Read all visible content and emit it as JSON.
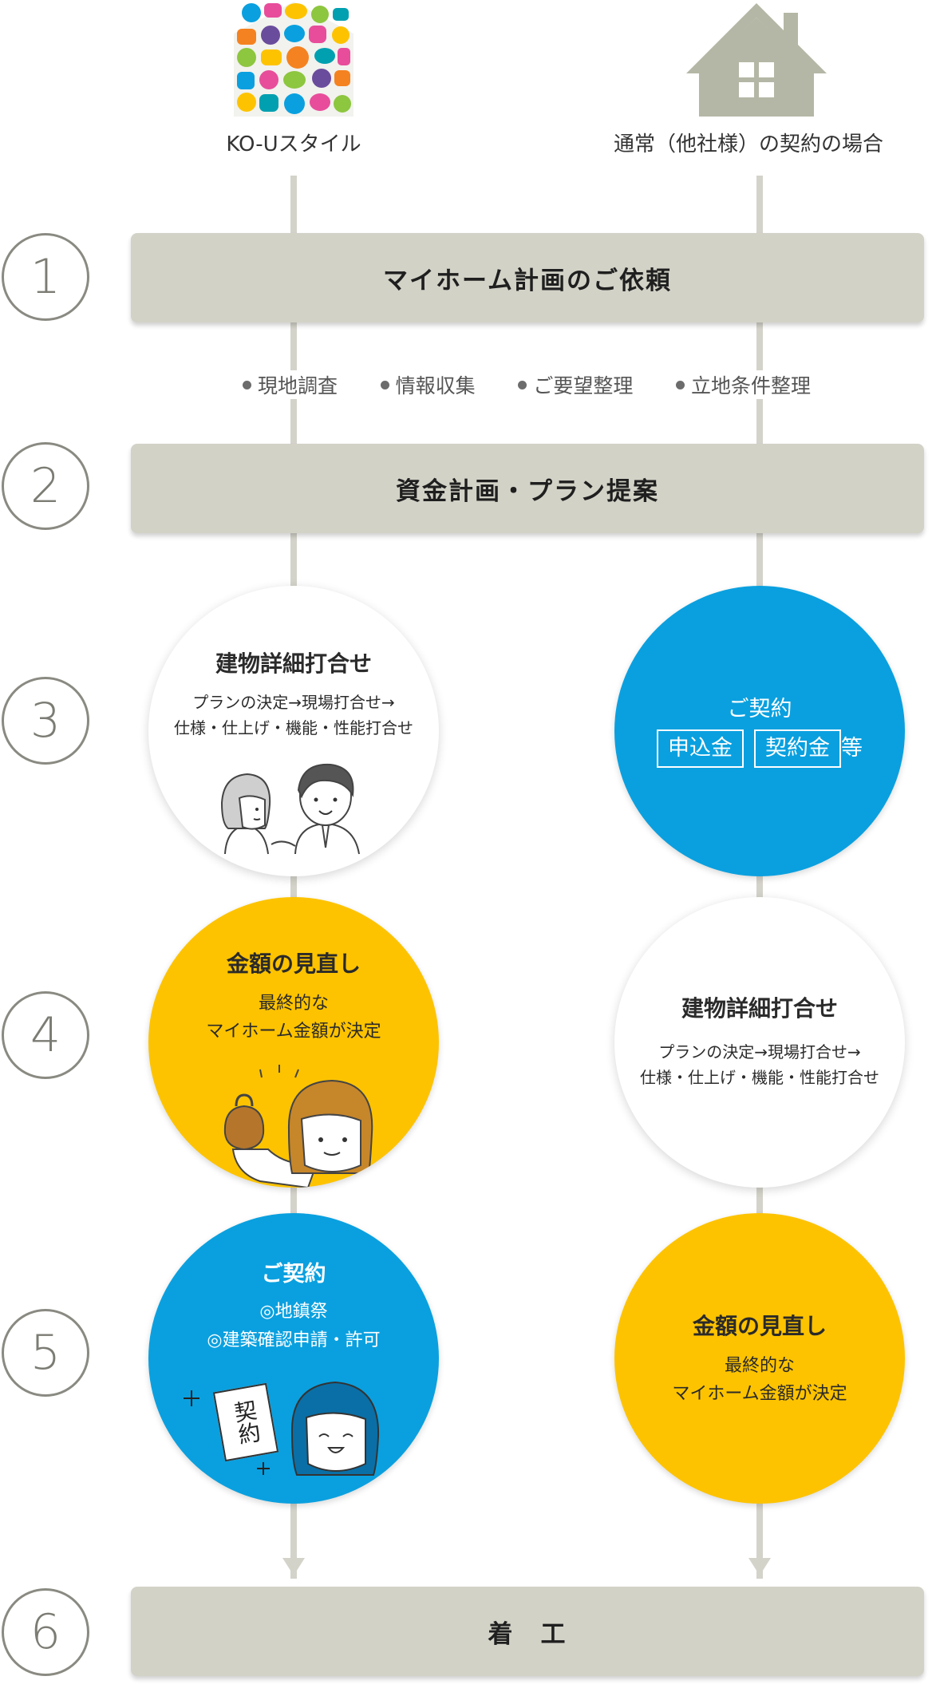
{
  "columns": {
    "left_label": "KO-Uスタイル",
    "right_label": "通常（他社様）の契約の場合"
  },
  "steps": [
    "1",
    "2",
    "3",
    "4",
    "5",
    "6"
  ],
  "bars": {
    "step1": "マイホーム計画のご依頼",
    "step2": "資金計画・プラン提案",
    "step6": "着　工"
  },
  "checks": [
    "現地調査",
    "情報収集",
    "ご要望整理",
    "立地条件整理"
  ],
  "left": {
    "meeting": {
      "title": "建物詳細打合せ",
      "line1": "プランの決定→現場打合せ→",
      "line2": "仕様・仕上げ・機能・性能打合せ"
    },
    "review": {
      "title": "金額の見直し",
      "line1": "最終的な",
      "line2": "マイホーム金額が決定"
    },
    "contract": {
      "title": "ご契約",
      "line1": "◎地鎮祭",
      "line2": "◎建築確認申請・許可",
      "paper_text": "契約"
    }
  },
  "right": {
    "contract": {
      "title": "ご契約",
      "box1": "申込金",
      "box2": "契約金",
      "suffix": "等"
    },
    "meeting": {
      "title": "建物詳細打合せ",
      "line1": "プランの決定→現場打合せ→",
      "line2": "仕様・仕上げ・機能・性能打合せ"
    },
    "review": {
      "title": "金額の見直し",
      "line1": "最終的な",
      "line2": "マイホーム金額が決定"
    }
  },
  "colors": {
    "bar": "#d3d2c7",
    "line": "#d4d3ca",
    "blue": "#0aa0df",
    "yellow": "#fdc300",
    "house": "#b5b7a6"
  },
  "icons": {
    "left_logo": "colorful-house-logo-icon",
    "right_logo": "gray-house-icon"
  }
}
